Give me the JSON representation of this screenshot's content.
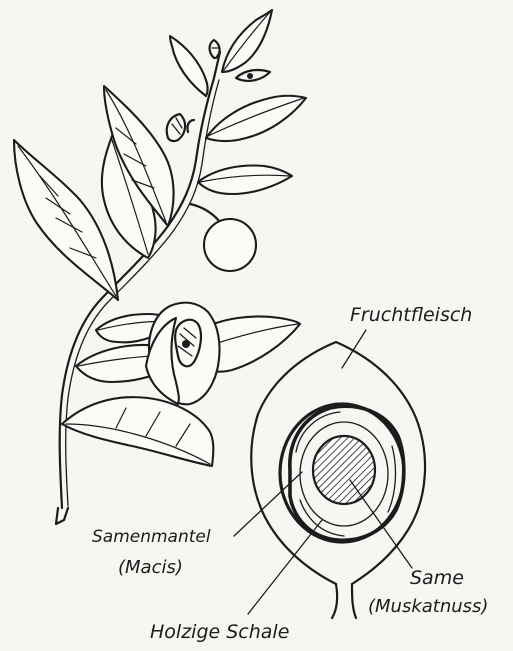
{
  "labels": {
    "fruchtfleisch": "Fruchtfleisch",
    "samenmantel": "Samenmantel",
    "macis": "(Macis)",
    "same": "Same",
    "muskatnuss": "(Muskatnuss)",
    "holzige_schale": "Holzige Schale"
  }
}
